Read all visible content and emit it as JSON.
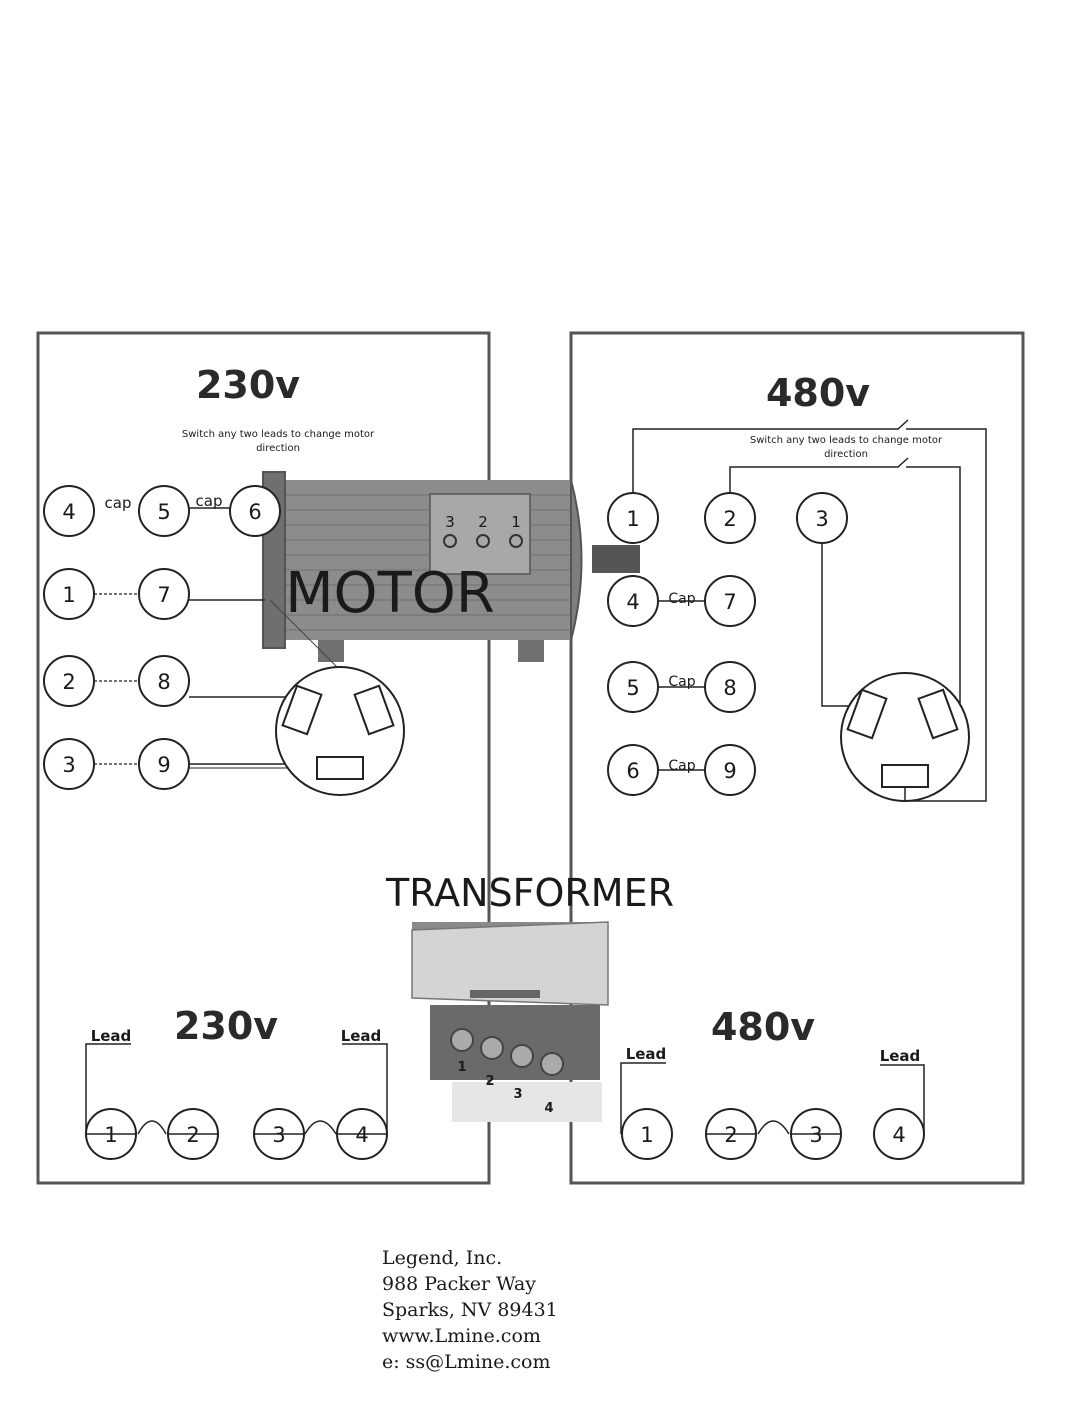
{
  "panel_230": {
    "title": "230v",
    "note_line1": "Switch any two leads to change motor",
    "note_line2": "direction",
    "top_row": [
      "4",
      "5",
      "6"
    ],
    "cap_labels": [
      "cap",
      "cap"
    ],
    "rows": [
      [
        "1",
        "7"
      ],
      [
        "2",
        "8"
      ],
      [
        "3",
        "9"
      ]
    ]
  },
  "panel_480": {
    "title": "480v",
    "note_line1": "Switch any two leads to change motor",
    "note_line2": "direction",
    "top_row": [
      "1",
      "2",
      "3"
    ],
    "cap_label": "Cap",
    "rows": [
      [
        "4",
        "7"
      ],
      [
        "5",
        "8"
      ],
      [
        "6",
        "9"
      ]
    ]
  },
  "motor": {
    "label": "MOTOR",
    "terminals": [
      "3",
      "2",
      "1"
    ]
  },
  "transformer": {
    "label": "TRANSFORMER",
    "terminals": [
      "1",
      "2",
      "3",
      "4"
    ]
  },
  "transformer_230": {
    "title": "230v",
    "lead_label": "Lead",
    "terminals": [
      "1",
      "2",
      "3",
      "4"
    ]
  },
  "transformer_480": {
    "title": "480v",
    "lead_label": "Lead",
    "terminals": [
      "1",
      "2",
      "3",
      "4"
    ]
  },
  "legend": {
    "company": "Legend, Inc.",
    "street": "988 Packer Way",
    "city": "Sparks, NV 89431",
    "web": "www.Lmine.com",
    "email": "e: ss@Lmine.com"
  }
}
